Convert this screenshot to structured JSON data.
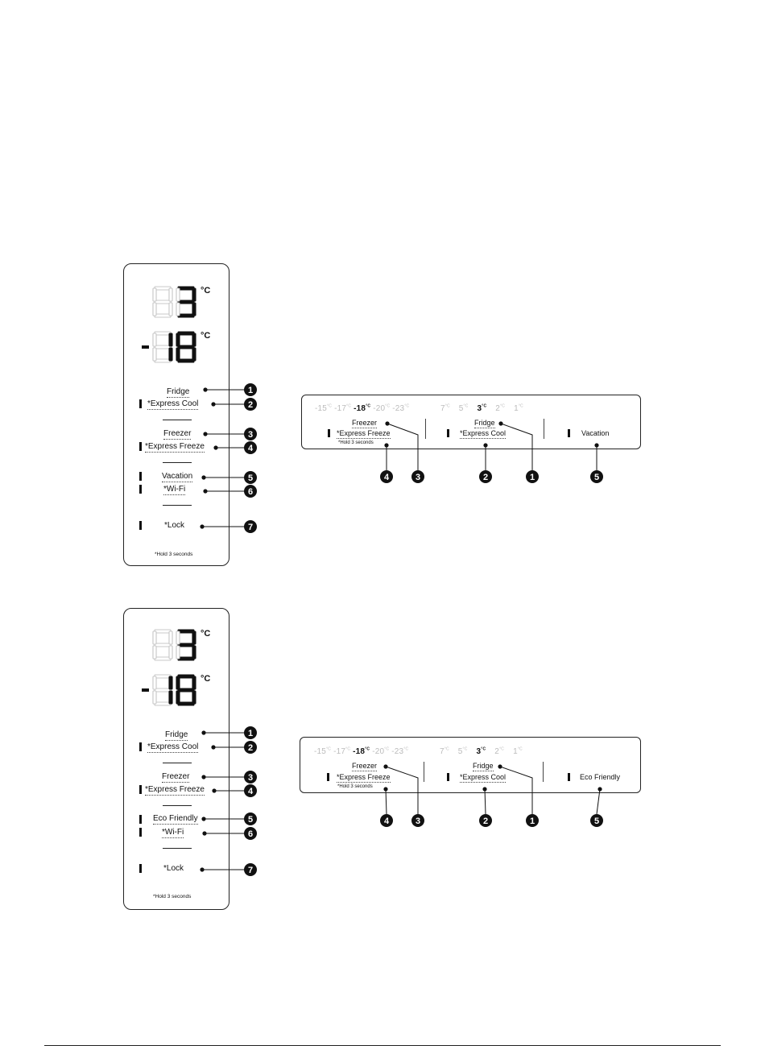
{
  "unit": "°C",
  "hold_note": "*Hold 3 seconds",
  "vertical_panels": [
    {
      "display": {
        "upper_digits": "3",
        "lower_digits": "-18"
      },
      "items": [
        {
          "label": "Fridge",
          "number": "1"
        },
        {
          "label": "*Express Cool",
          "number": "2"
        },
        {
          "label": "Freezer",
          "number": "3"
        },
        {
          "label": "*Express Freeze",
          "number": "4"
        },
        {
          "label": "Vacation",
          "number": "5"
        },
        {
          "label": "*Wi-Fi",
          "number": "6"
        },
        {
          "label": "*Lock",
          "number": "7"
        }
      ]
    },
    {
      "display": {
        "upper_digits": "3",
        "lower_digits": "-18"
      },
      "items": [
        {
          "label": "Fridge",
          "number": "1"
        },
        {
          "label": "*Express Cool",
          "number": "2"
        },
        {
          "label": "Freezer",
          "number": "3"
        },
        {
          "label": "*Express Freeze",
          "number": "4"
        },
        {
          "label": "Eco Friendly",
          "number": "5"
        },
        {
          "label": "*Wi-Fi",
          "number": "6"
        },
        {
          "label": "*Lock",
          "number": "7"
        }
      ]
    }
  ],
  "horizontal_panels": [
    {
      "freezer_temps": [
        "-15",
        "-17",
        "-18",
        "-20",
        "-23"
      ],
      "freezer_selected": "-18",
      "fridge_temps": [
        "7",
        "5",
        "3",
        "2",
        "1"
      ],
      "fridge_selected": "3",
      "freezer_label": "Freezer",
      "express_freeze_label": "*Express Freeze",
      "fridge_label": "Fridge",
      "express_cool_label": "*Express Cool",
      "mode_label": "Vacation",
      "numbers": [
        "4",
        "3",
        "2",
        "1",
        "5"
      ]
    },
    {
      "freezer_temps": [
        "-15",
        "-17",
        "-18",
        "-20",
        "-23"
      ],
      "freezer_selected": "-18",
      "fridge_temps": [
        "7",
        "5",
        "3",
        "2",
        "1"
      ],
      "fridge_selected": "3",
      "freezer_label": "Freezer",
      "express_freeze_label": "*Express Freeze",
      "fridge_label": "Fridge",
      "express_cool_label": "*Express Cool",
      "mode_label": "Eco Friendly",
      "numbers": [
        "4",
        "3",
        "2",
        "1",
        "5"
      ]
    }
  ]
}
